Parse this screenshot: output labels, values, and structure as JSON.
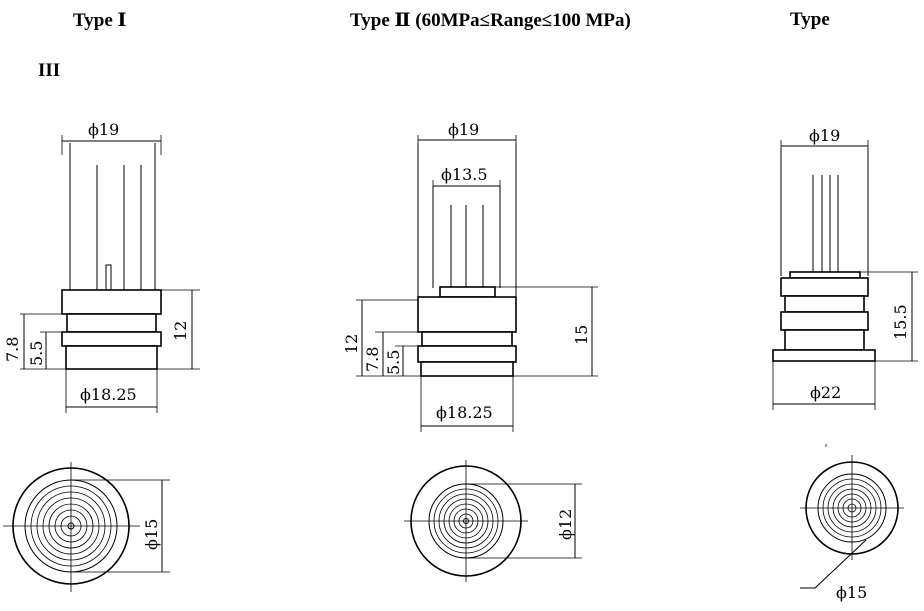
{
  "titles": {
    "type1": "Type Ⅰ",
    "type2": "Type Ⅱ (60MPa≤Range≤100 MPa)",
    "type3a": "Type",
    "type3b": "III"
  },
  "dims": {
    "t1_top": "ϕ19",
    "t1_bottom": "ϕ18.25",
    "t1_h12": "12",
    "t1_h78": "7.8",
    "t1_h55": "5.5",
    "t1_face": "ϕ15",
    "t2_top": "ϕ19",
    "t2_inner": "ϕ13.5",
    "t2_bottom": "ϕ18.25",
    "t2_h15": "15",
    "t2_h12": "12",
    "t2_h78": "7.8",
    "t2_h55": "5.5",
    "t2_face": "ϕ12",
    "t3_top": "ϕ19",
    "t3_bottom": "ϕ22",
    "t3_h155": "15.5",
    "t3_face": "ϕ15"
  }
}
